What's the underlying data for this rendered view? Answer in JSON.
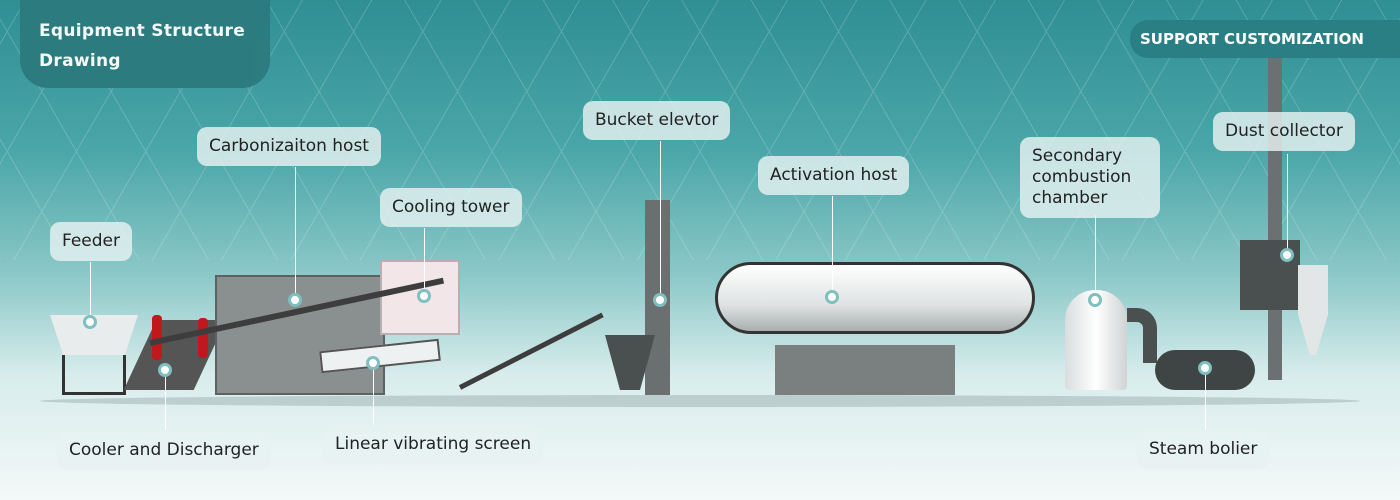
{
  "header": {
    "title_line1": "Equipment Structure",
    "title_line2": "Drawing",
    "badge": "SUPPORT CUSTOMIZATION"
  },
  "labels": {
    "feeder": "Feeder",
    "carbonization_host": "Carbonizaiton host",
    "cooling_tower": "Cooling tower",
    "bucket_elevator": "Bucket elevtor",
    "activation_host": "Activation host",
    "secondary_combustion_chamber": "Secondary combustion chamber",
    "dust_collector": "Dust collector",
    "cooler_and_discharger": "Cooler and Discharger",
    "linear_vibrating_screen": "Linear vibrating screen",
    "steam_boiler": "Steam bolier"
  },
  "colors": {
    "accent": "#2b7a7e",
    "marker": "#7fbfbf"
  }
}
